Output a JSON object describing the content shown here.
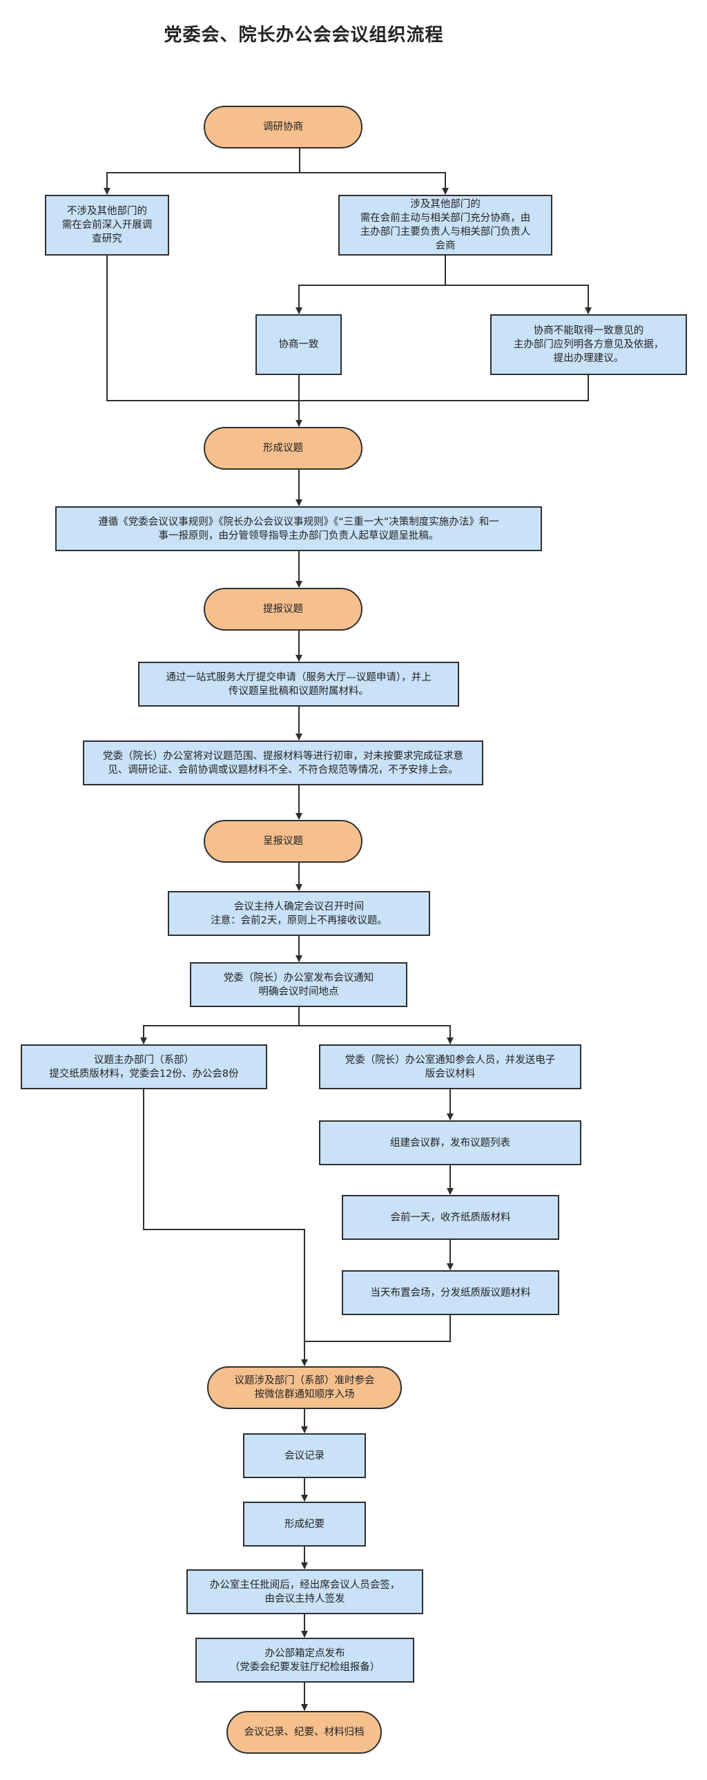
{
  "title": "党委会、院长办公会会议组织流程",
  "colors": {
    "terminal_fill": "#f5c08e",
    "process_fill": "#c9e2f8",
    "stroke": "#2e2e2e"
  },
  "nodes": [
    {
      "id": "research",
      "shape": "terminal",
      "text": "调研协商"
    },
    {
      "id": "no-other-dept",
      "shape": "process",
      "text": "不涉及其他部门的\n需在会前深入开展调\n查研究"
    },
    {
      "id": "other-dept",
      "shape": "process",
      "text": "涉及其他部门的\n需在会前主动与相关部门充分协商，由\n主办部门主要负责人与相关部门负责人\n会商"
    },
    {
      "id": "consensus",
      "shape": "process",
      "text": "协商一致"
    },
    {
      "id": "no-consensus",
      "shape": "process",
      "text": "协商不能取得一致意见的\n主办部门应列明各方意见及依据，\n提出办理建议。"
    },
    {
      "id": "form-topic",
      "shape": "terminal",
      "text": "形成议题"
    },
    {
      "id": "rules",
      "shape": "process",
      "text": "遵循《党委会议议事规则》《院长办公会议议事规则》《“三重一大”决策制度实施办法》和一\n事一报原则，由分管领导指导主办部门负责人起草议题呈批稿。"
    },
    {
      "id": "submit-topic",
      "shape": "terminal",
      "text": "提报议题"
    },
    {
      "id": "online-submit",
      "shape": "process",
      "text": "通过一站式服务大厅提交申请（服务大厅—议题申请），并上\n传议题呈批稿和议题附属材料。"
    },
    {
      "id": "initial-review",
      "shape": "process",
      "text": "党委（院长）办公室将对议题范围、提报材料等进行初审，对未按要求完成征求意\n见、调研论证、会前协调或议题材料不全、不符合规范等情况，不予安排上会。"
    },
    {
      "id": "present-topic",
      "shape": "terminal",
      "text": "呈报议题"
    },
    {
      "id": "set-time",
      "shape": "process",
      "text": "会议主持人确定会议召开时间\n注意：会前2天，原则上不再接收议题。"
    },
    {
      "id": "issue-notice",
      "shape": "process",
      "text": "党委（院长）办公室发布会议通知\n明确会议时间地点"
    },
    {
      "id": "host-dept",
      "shape": "process",
      "text": "议题主办部门（系部）\n提交纸质版材料，党委会12份、办公会8份"
    },
    {
      "id": "notify-attendees",
      "shape": "process",
      "text": "党委（院长）办公室通知参会人员，并发送电子\n版会议材料"
    },
    {
      "id": "build-group",
      "shape": "process",
      "text": "组建会议群，发布议题列表"
    },
    {
      "id": "collect-paper",
      "shape": "process",
      "text": "会前一天，收齐纸质版材料"
    },
    {
      "id": "arrange-venue",
      "shape": "process",
      "text": "当天布置会场，分发纸质版议题材料"
    },
    {
      "id": "attend",
      "shape": "terminal",
      "text": "议题涉及部门（系部）准时参会\n按微信群通知顺序入场"
    },
    {
      "id": "record",
      "shape": "process",
      "text": "会议记录"
    },
    {
      "id": "minutes",
      "shape": "process",
      "text": "形成纪要"
    },
    {
      "id": "sign",
      "shape": "process",
      "text": "办公室主任批阅后，经出席会议人员会签，\n由会议主持人签发"
    },
    {
      "id": "publish",
      "shape": "process",
      "text": "办公部箱定点发布\n（党委会纪要发驻厅纪检组报备）"
    },
    {
      "id": "archive",
      "shape": "terminal",
      "text": "会议记录、纪要、材料归档"
    }
  ]
}
